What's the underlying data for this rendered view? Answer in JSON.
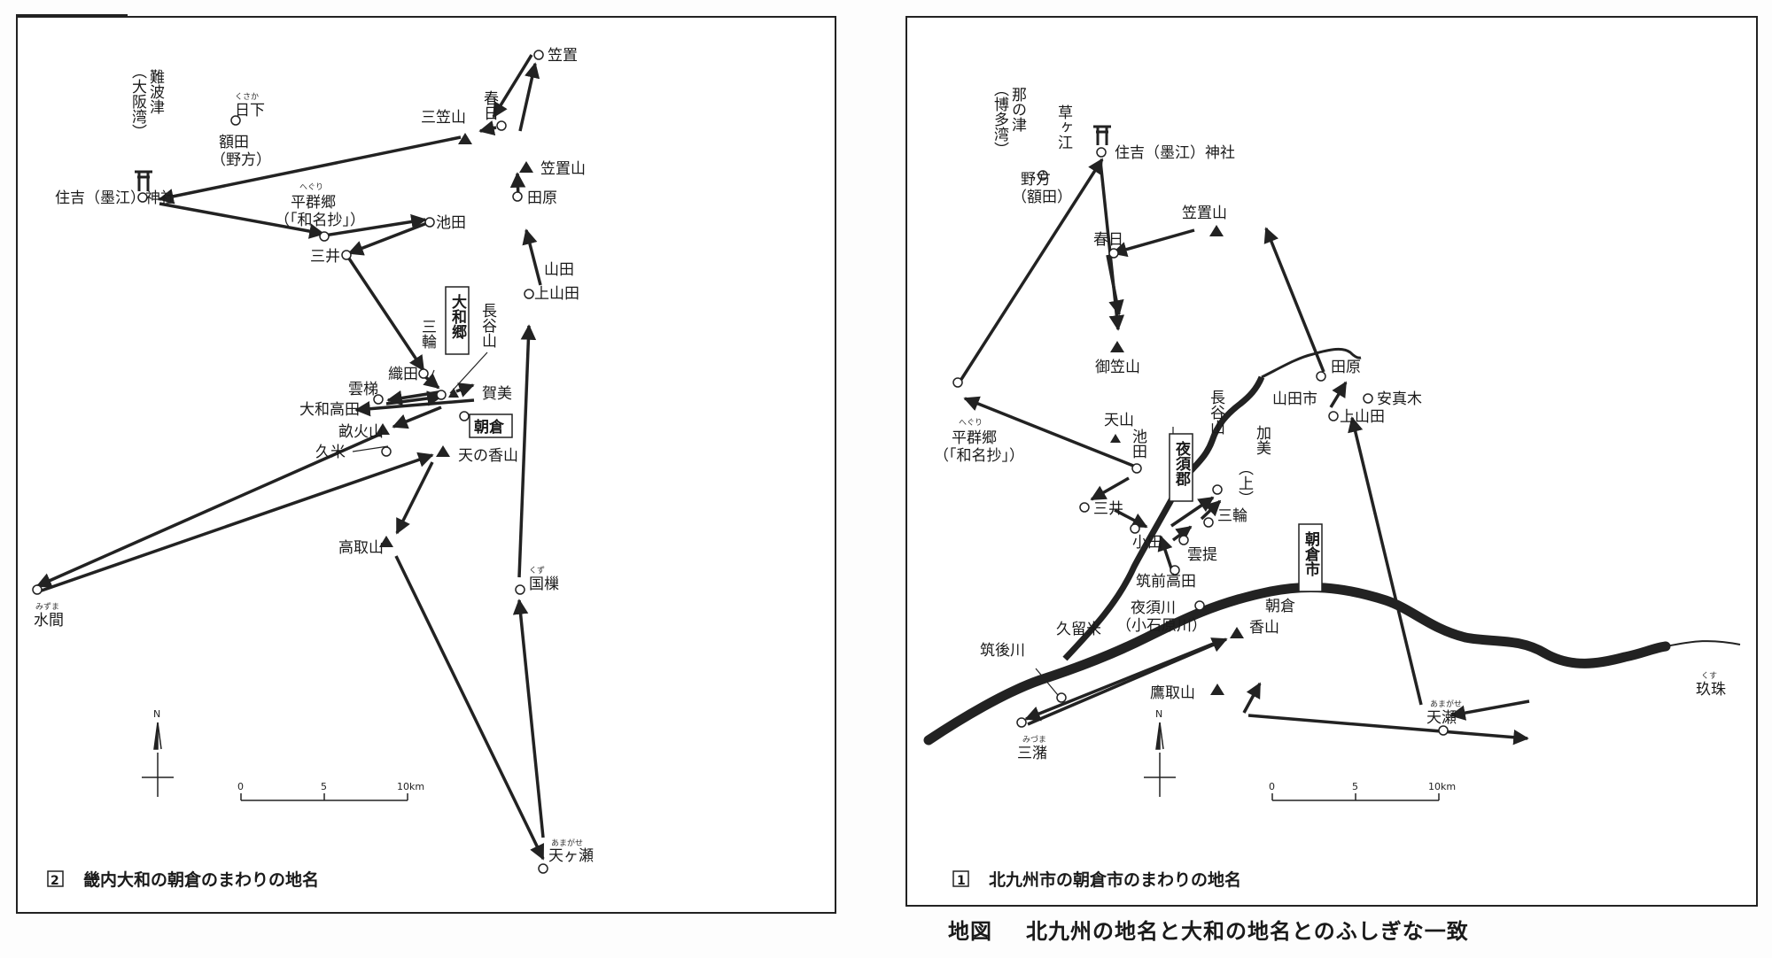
{
  "left_map": {
    "caption_num": "2",
    "caption": "畿内大和の朝倉のまわりの地名",
    "places": {
      "kasanui": "笠置",
      "kasuga": "春日",
      "mikasayama": "三笠山",
      "kasagiyama": "笠置山",
      "tahara": "田原",
      "yamada": "山田",
      "kamiyamada": "上山田",
      "sumiyoshi": "住吉（墨江）神社",
      "heguri_ruby": "へぐり",
      "heguri": "平群郷",
      "heguri2": "（「和名抄」）",
      "ikeda": "池田",
      "mii": "三井",
      "kusaka_ruby": "くさか",
      "kusaka": "日下",
      "nukata": "額田",
      "nukata2": "（野方）",
      "naniwa": "難波津",
      "naniwa2": "（大阪湾）",
      "yamatogou": "大和郷",
      "miwa": "三輪",
      "hasedera": "長谷山",
      "orita": "織田",
      "unate": "雲梯",
      "yamatotakada": "大和高田",
      "kami": "賀美",
      "asakura": "朝倉",
      "unebiyama": "畝火山",
      "kume": "久米",
      "amanokagu": "天の香山",
      "takatori": "高取山",
      "mizuma_ruby": "みずま",
      "mizuma": "水間",
      "kuzu_ruby": "くず",
      "kuzu": "国樔",
      "amagase_ruby": "あまがせ",
      "amagase": "天ヶ瀬"
    },
    "scale": {
      "zero": "0",
      "five": "5",
      "ten": "10km"
    },
    "north": "N"
  },
  "right_map": {
    "caption_num": "1",
    "caption": "北九州市の朝倉市のまわりの地名",
    "places": {
      "nanotsu": "那の津",
      "nanotsu2": "（博多湾）",
      "kusagae": "草ヶ江",
      "sumiyoshi": "住吉（墨江）神社",
      "nogata": "野方",
      "nogata2": "（額田）",
      "kasuga": "春日",
      "kasagiyama": "笠置山",
      "mikasayama": "御笠山",
      "tahara": "田原",
      "yamadashi": "山田市",
      "yasumagi": "安真木",
      "kamiyamada": "上山田",
      "heguri_ruby": "へぐり",
      "heguri": "平群郷",
      "heguri2": "（「和名抄」）",
      "amayama": "天山",
      "ikeda": "池田",
      "yasugun": "夜須郡",
      "hasedera": "長谷山",
      "kami": "加美",
      "kami2": "（上）",
      "mii": "三井",
      "miwa": "三輪",
      "oda": "小田",
      "unate": "雲提",
      "chikuzentakada": "筑前高田",
      "asakurashi": "朝倉市",
      "asakura": "朝倉",
      "yasugawa": "夜須川",
      "yasugawa2": "（小石原川）",
      "kurume": "久留米",
      "chikugogawa": "筑後川",
      "kagu": "香山",
      "takatori": "鷹取山",
      "mizuma_ruby": "みづま",
      "mizuma": "三潴",
      "amagase_ruby": "あまがせ",
      "amagase": "天瀬",
      "kusu_ruby": "くす",
      "kusu": "玖珠"
    },
    "scale": {
      "zero": "0",
      "five": "5",
      "ten": "10km"
    },
    "north": "N"
  },
  "main_caption": {
    "label": "地図",
    "text": "北九州の地名と大和の地名とのふしぎな一致"
  }
}
